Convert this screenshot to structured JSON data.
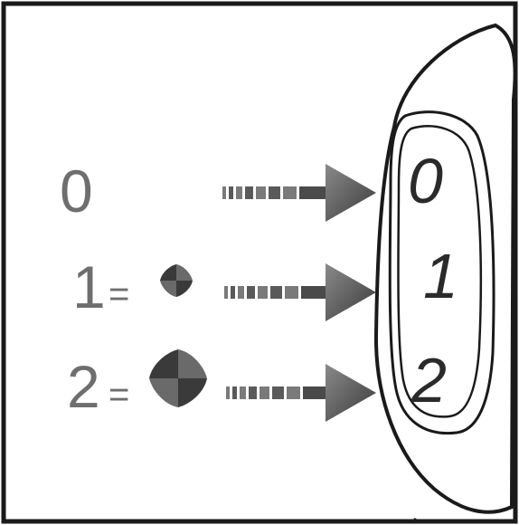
{
  "legend": {
    "rows": [
      {
        "number": "0",
        "equals": ""
      },
      {
        "number": "1",
        "equals": "="
      },
      {
        "number": "2",
        "equals": "="
      }
    ]
  },
  "dial": {
    "positions": [
      "0",
      "1",
      "2"
    ]
  },
  "icons": {
    "speed_1": "fan-small-icon",
    "speed_2": "fan-large-icon",
    "pointer": "dashed-arrow-icon"
  },
  "colors": {
    "ink": "#1a1a1a",
    "label": "#6e6e6e",
    "arrow_dark": "#3a3a3a",
    "arrow_light": "#9a9a9a"
  }
}
